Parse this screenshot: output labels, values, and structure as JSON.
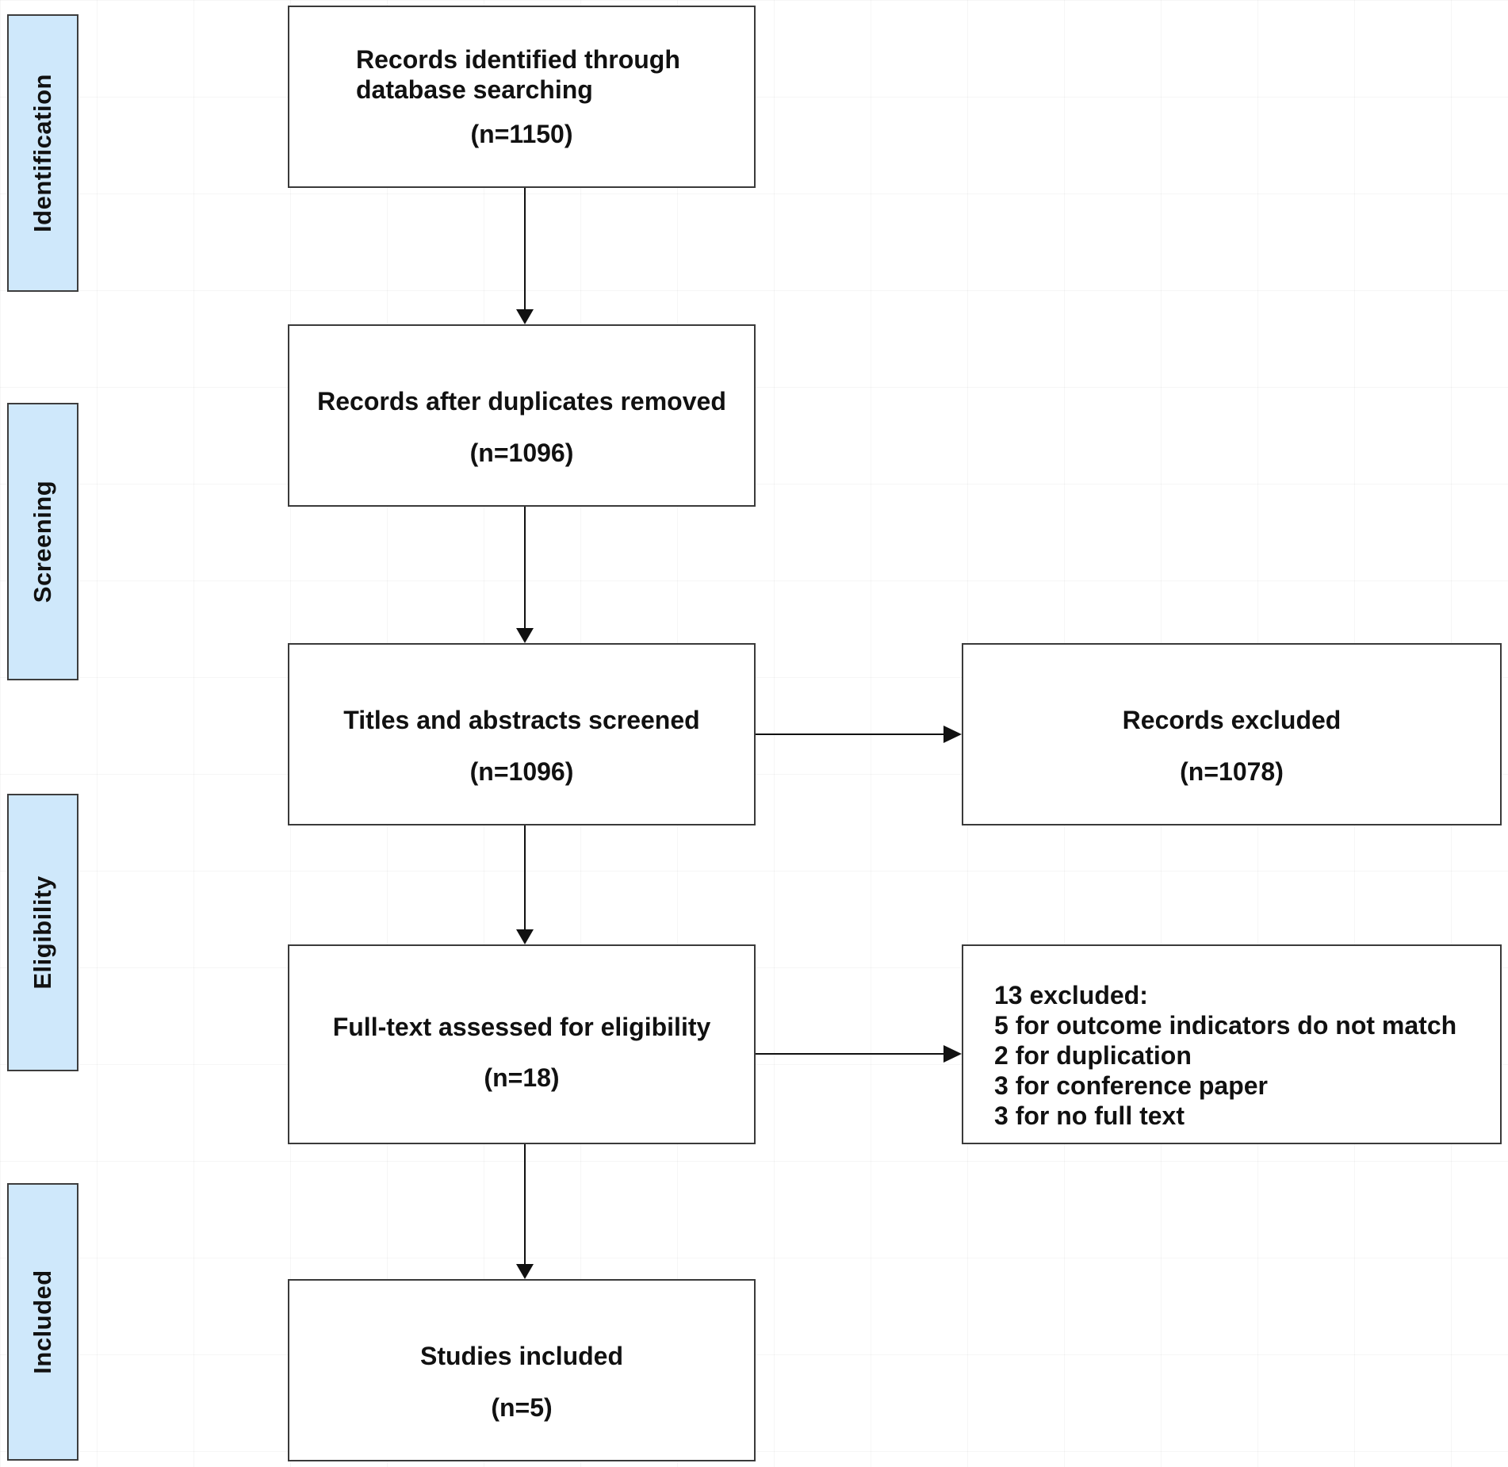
{
  "stages": [
    {
      "id": "identification",
      "label": "Identification"
    },
    {
      "id": "screening",
      "label": "Screening"
    },
    {
      "id": "eligibility",
      "label": "Eligibility"
    },
    {
      "id": "included",
      "label": "Included"
    }
  ],
  "boxes": {
    "identified": {
      "line1": "Records identified through",
      "line2": "database searching",
      "count": "(n=1150)"
    },
    "deduplicated": {
      "title": "Records after duplicates removed",
      "count": "(n=1096)"
    },
    "screened": {
      "title": "Titles and abstracts screened",
      "count": "(n=1096)"
    },
    "excluded": {
      "title": "Records excluded",
      "count": "(n=1078)"
    },
    "fulltext": {
      "title": "Full-text assessed for eligibility",
      "count": "(n=18)"
    },
    "fulltext_excluded": {
      "lines": [
        "13 excluded:",
        "5 for outcome indicators do not match",
        "2 for duplication",
        "3 for conference paper",
        "3 for no full text"
      ]
    },
    "included": {
      "title": "Studies included",
      "count": "(n=5)"
    }
  },
  "colors": {
    "stage_fill": "#cfe8fb",
    "border": "#3a3a3a",
    "arrow": "#111111"
  }
}
